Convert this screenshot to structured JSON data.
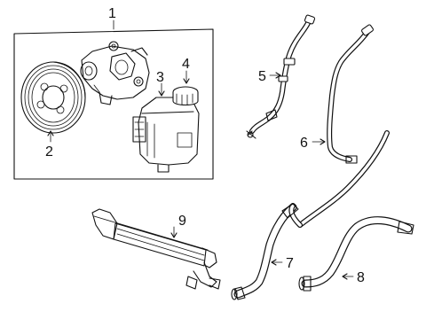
{
  "callouts": {
    "c1": "1",
    "c2": "2",
    "c3": "3",
    "c4": "4",
    "c5": "5",
    "c6": "6",
    "c7": "7",
    "c8": "8",
    "c9": "9"
  },
  "colors": {
    "line": "#111111",
    "background": "#ffffff"
  }
}
